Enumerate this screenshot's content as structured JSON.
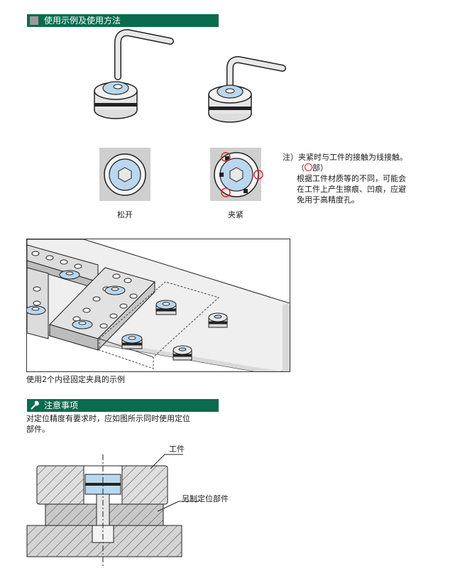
{
  "section1": {
    "title": "使用示例及使用方法"
  },
  "labels": {
    "release": "松开",
    "clamp": "夹紧"
  },
  "note": {
    "prefix": "注）",
    "line1": "夹紧时与工件的接触为线接触。",
    "line2_suffix": "部）",
    "line2_prefix": "（",
    "line3": "根据工件材质等的不同，可能会",
    "line4": "在工件上产生擦痕、凹痕，应避",
    "line5": "免用于高精度孔。"
  },
  "figure_caption": "使用2个内径固定夹具的示例",
  "section2": {
    "title": "注意事项"
  },
  "caution": {
    "line1": "对定位精度有要求时，应如图所示同时使用定位",
    "line2": "部件。"
  },
  "diagram_labels": {
    "workpiece": "工件",
    "locator": "另制定位部件"
  },
  "colors": {
    "section_bar": "#0b6b4e",
    "accent_blue": "#b9d7ee",
    "marker_red": "#e01f1f"
  }
}
